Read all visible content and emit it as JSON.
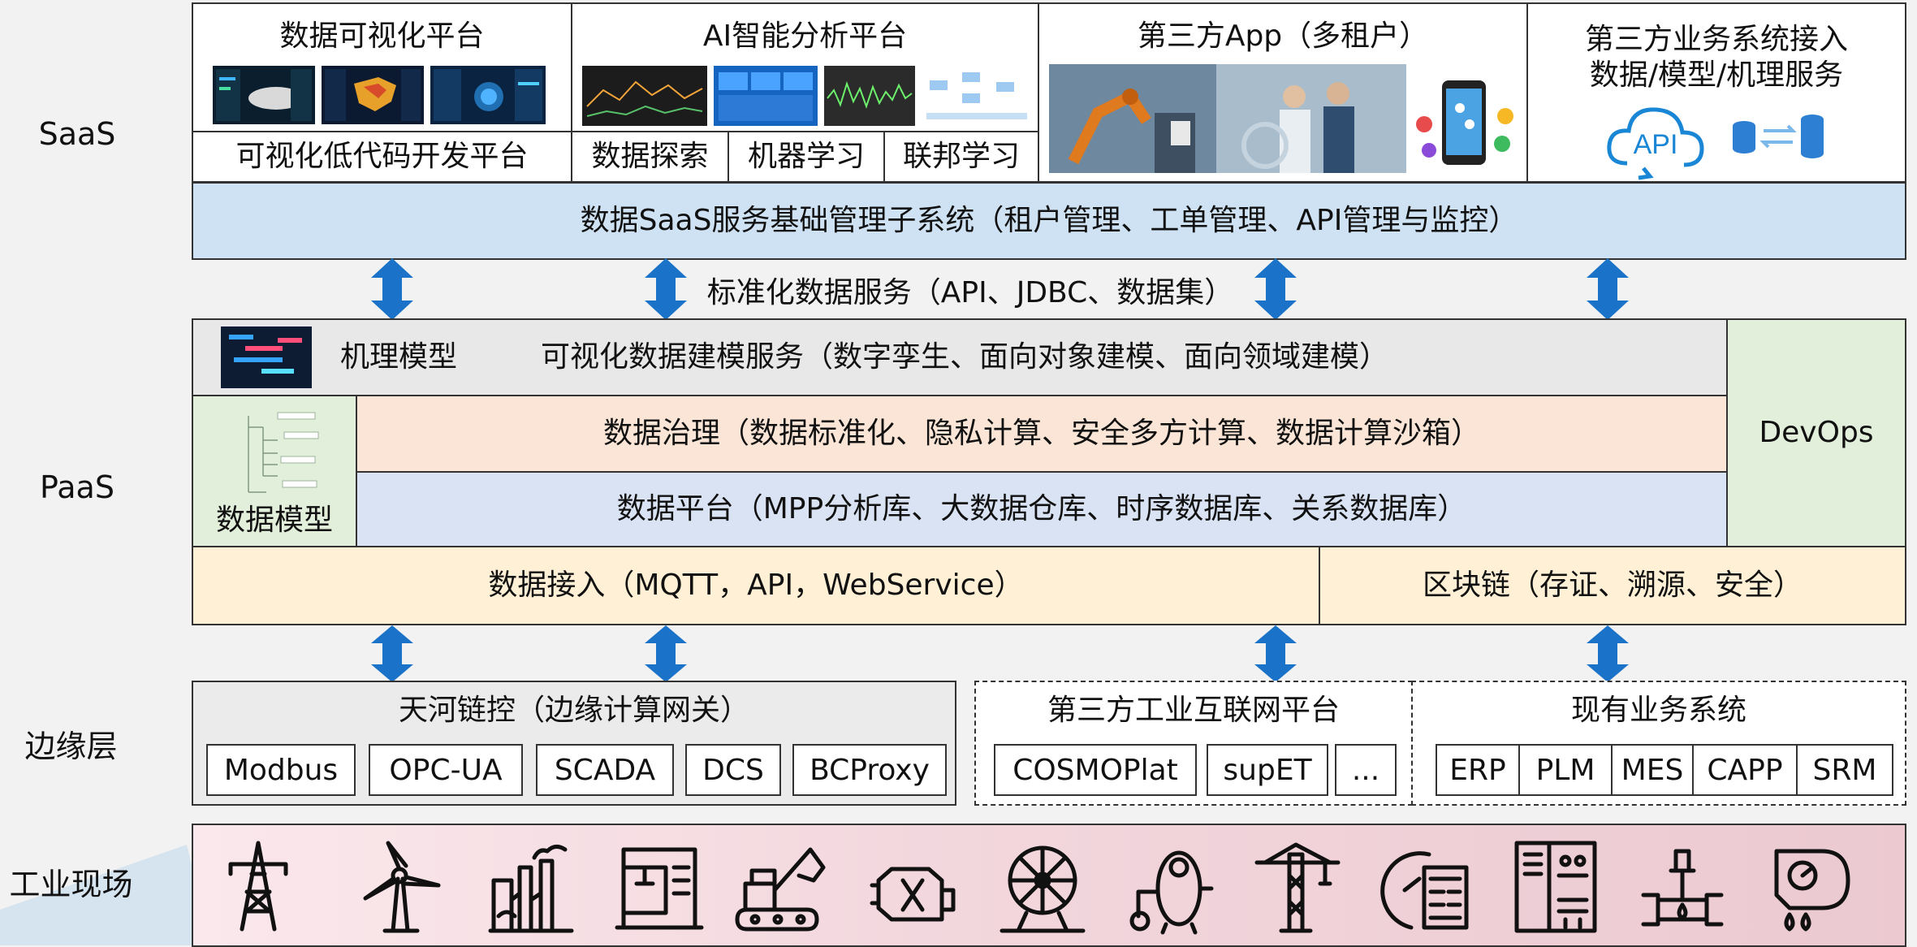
{
  "layers": {
    "saas": "SaaS",
    "paas": "PaaS",
    "edge": "边缘层",
    "field": "工业现场"
  },
  "saas": {
    "viz_platform": "数据可视化平台",
    "lowcode": "可视化低代码开发平台",
    "ai_platform": "AI智能分析平台",
    "ai_tabs": [
      "数据探索",
      "机器学习",
      "联邦学习"
    ],
    "third_app": "第三方App（多租户）",
    "third_biz_line1": "第三方业务系统接入",
    "third_biz_line2": "数据/模型/机理服务",
    "api_icon_text": "API",
    "base_mgmt": "数据SaaS服务基础管理子系统（租户管理、工单管理、API管理与监控）"
  },
  "std_service": "标准化数据服务（API、JDBC、数据集）",
  "paas": {
    "mechanism_model": "机理模型",
    "modeling_service": "可视化数据建模服务（数字孪生、面向对象建模、面向领域建模）",
    "data_model": "数据模型",
    "governance": "数据治理（数据标准化、隐私计算、安全多方计算、数据计算沙箱）",
    "data_platform": "数据平台（MPP分析库、大数据仓库、时序数据库、关系数据库）",
    "devops": "DevOps",
    "ingest": "数据接入（MQTT，API，WebService）",
    "blockchain": "区块链（存证、溯源、安全）"
  },
  "edge": {
    "tianhe": {
      "title": "天河链控（边缘计算网关）",
      "chips": [
        "Modbus",
        "OPC-UA",
        "SCADA",
        "DCS",
        "BCProxy"
      ]
    },
    "third_iiot": {
      "title": "第三方工业互联网平台",
      "chips": [
        "COSMOPlat",
        "supET",
        "..."
      ]
    },
    "existing": {
      "title": "现有业务系统",
      "chips": [
        "ERP",
        "PLM",
        "MES",
        "CAPP",
        "SRM"
      ]
    }
  },
  "field_icons": [
    "power-tower-icon",
    "wind-turbine-icon",
    "factory-icon",
    "cnc-machine-icon",
    "excavator-icon",
    "engine-icon",
    "turbine-icon",
    "compressor-icon",
    "tower-crane-icon",
    "meter-panel-icon",
    "control-cabinet-icon",
    "valve-icon",
    "pump-gauge-icon"
  ],
  "colors": {
    "saas_mgmt_bg": "#cfe2f3",
    "arrow": "#1a73c9",
    "modeling_bg": "#e8e8e8",
    "governance_bg": "#fbe5d6",
    "data_platform_bg": "#dae3f3",
    "data_model_bg": "#e2efda",
    "devops_bg": "#e2efda",
    "ingest_bg": "#fff0d6",
    "field_bg": "#f2d7dd"
  }
}
